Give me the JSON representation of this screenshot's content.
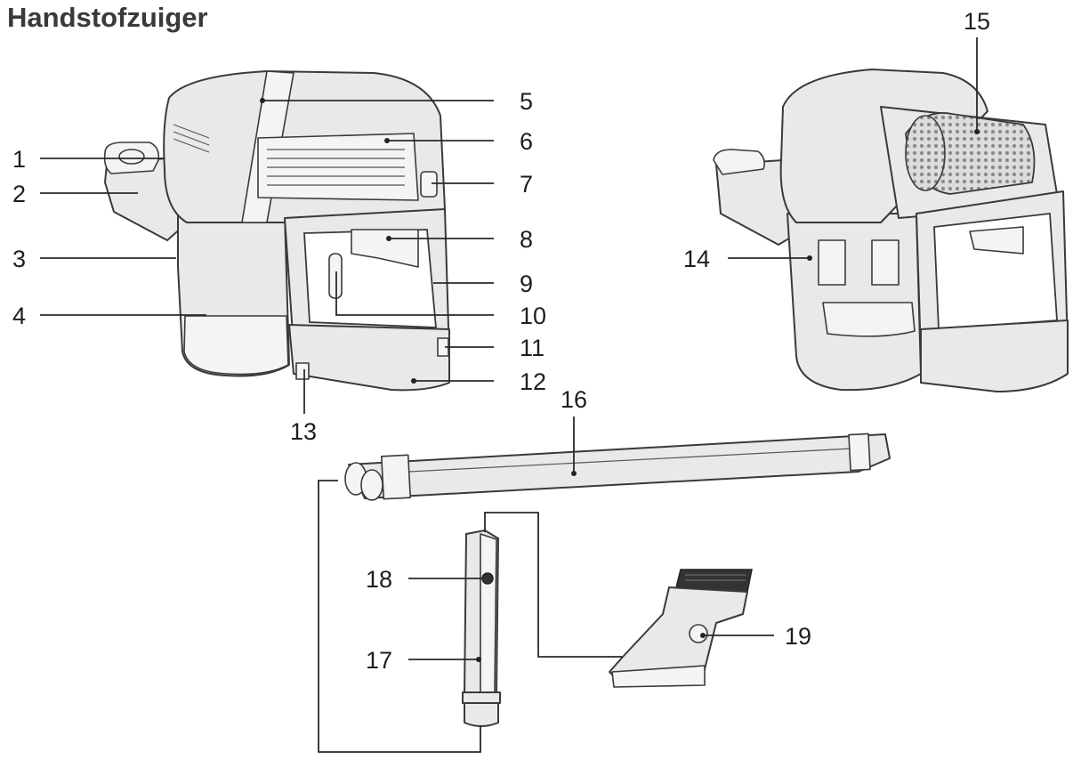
{
  "title": "Handstofzuiger",
  "labels": [
    "1",
    "2",
    "3",
    "4",
    "5",
    "6",
    "7",
    "8",
    "9",
    "10",
    "11",
    "12",
    "13",
    "14",
    "15",
    "16",
    "17",
    "18",
    "19"
  ]
}
